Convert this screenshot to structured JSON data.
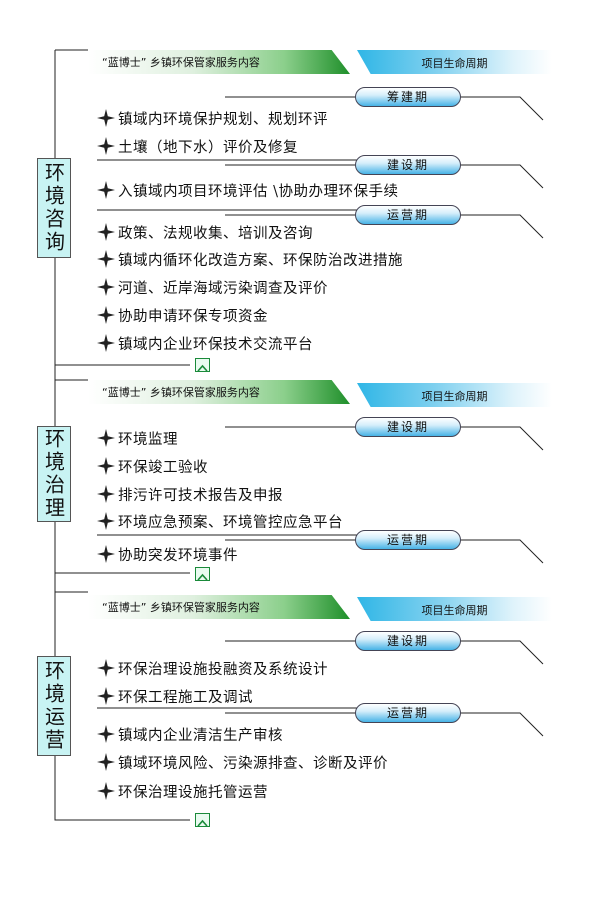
{
  "sections": [
    {
      "category": "环境咨询",
      "banner": "“蓝博士” 乡镇环保管家服务内容",
      "lifecycle": "项目生命周期",
      "phases": [
        "筹建期",
        "建设期",
        "运营期"
      ],
      "items": [
        "镇域内环境保护规划、规划环评",
        "土壤（地下水）评价及修复",
        "入镇域内项目环境评估 \\协助办理环保手续",
        "政策、法规收集、培训及咨询",
        "镇域内循环化改造方案、环保防治改进措施",
        "河道、近岸海域污染调查及评价",
        "协助申请环保专项资金",
        "镇域内企业环保技术交流平台"
      ]
    },
    {
      "category": "环境治理",
      "banner": "“蓝博士” 乡镇环保管家服务内容",
      "lifecycle": "项目生命周期",
      "phases": [
        "建设期",
        "运营期"
      ],
      "items": [
        "环境监理",
        "环保竣工验收",
        "排污许可技术报告及申报",
        "环境应急预案、环境管控应急平台",
        "协助突发环境事件"
      ]
    },
    {
      "category": "环境运营",
      "banner": "“蓝博士” 乡镇环保管家服务内容",
      "lifecycle": "项目生命周期",
      "phases": [
        "建设期",
        "运营期"
      ],
      "items": [
        "环保治理设施投融资及系统设计",
        "环保工程施工及调试",
        "镇域内企业清洁生产审核",
        "镇域环境风险、污染源排查、诊断及评价",
        "环保治理设施托管运营"
      ]
    }
  ],
  "icons": {
    "bullet": "four-point-star-icon",
    "collapse": "chevron-up-icon"
  },
  "colors": {
    "banner_green": "#1f8f2a",
    "lifecycle_blue": "#2fb6e6",
    "category_fill": "#c8f3f3"
  }
}
